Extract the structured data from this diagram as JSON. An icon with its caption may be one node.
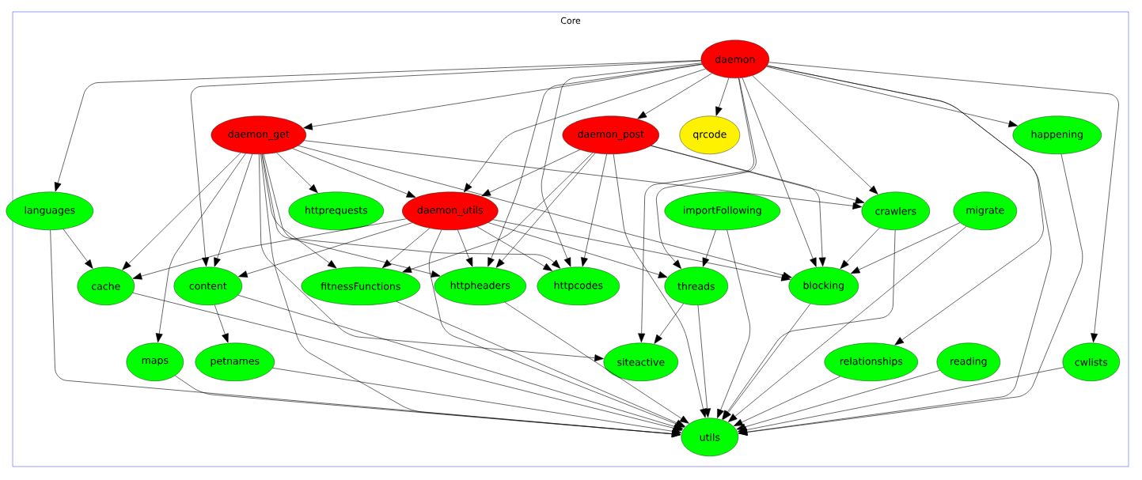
{
  "diagram": {
    "nodes": [
      {
        "text": [
          "Core"
        ]
      },
      {
        "text": [
          "daemon"
        ],
        "in": 0
      },
      {
        "text": [
          "daemon_get"
        ],
        "in": 0
      },
      {
        "text": [
          "daemon_post"
        ],
        "in": 0
      },
      {
        "text": [
          "qrcode"
        ],
        "in": 0
      },
      {
        "text": [
          "happening"
        ],
        "in": 0
      },
      {
        "text": [
          "languages"
        ],
        "in": 0
      },
      {
        "text": [
          "httprequests"
        ],
        "in": 0
      },
      {
        "text": [
          "daemon_utils"
        ],
        "in": 0
      },
      {
        "text": [
          "importFollowing"
        ],
        "in": 0
      },
      {
        "text": [
          "crawlers"
        ],
        "in": 0
      },
      {
        "text": [
          "migrate"
        ],
        "in": 0
      },
      {
        "text": [
          "cache"
        ],
        "in": 0
      },
      {
        "text": [
          "content"
        ],
        "in": 0
      },
      {
        "text": [
          "fitnessFunctions"
        ],
        "in": 0
      },
      {
        "text": [
          "httpheaders"
        ],
        "in": 0
      },
      {
        "text": [
          "httpcodes"
        ],
        "in": 0
      },
      {
        "text": [
          "threads"
        ],
        "in": 0
      },
      {
        "text": [
          "blocking"
        ],
        "in": 0
      },
      {
        "text": [
          "maps"
        ],
        "in": 0
      },
      {
        "text": [
          "petnames"
        ],
        "in": 0
      },
      {
        "text": [
          "siteactive"
        ],
        "in": 0
      },
      {
        "text": [
          "relationships"
        ],
        "in": 0
      },
      {
        "text": [
          "reading"
        ],
        "in": 0
      },
      {
        "text": [
          "cwlists"
        ],
        "in": 0
      },
      {
        "text": [
          "utils"
        ],
        "in": 0
      }
    ],
    "edges": [
      {
        "from": 1,
        "to": 2,
        "arrow": "to"
      },
      {
        "from": 1,
        "to": 3,
        "arrow": "to"
      },
      {
        "from": 1,
        "to": 4,
        "arrow": "to"
      },
      {
        "from": 1,
        "to": 5,
        "arrow": "to"
      },
      {
        "from": 1,
        "to": 6,
        "arrow": "to"
      },
      {
        "from": 1,
        "to": 13,
        "arrow": "to"
      },
      {
        "from": 1,
        "to": 8,
        "arrow": "to"
      },
      {
        "from": 1,
        "to": 15,
        "arrow": "to"
      },
      {
        "from": 1,
        "to": 16,
        "arrow": "to"
      },
      {
        "from": 1,
        "to": 17,
        "arrow": "to"
      },
      {
        "from": 1,
        "to": 21,
        "arrow": "to"
      },
      {
        "from": 1,
        "to": 10,
        "arrow": "to"
      },
      {
        "from": 1,
        "to": 18,
        "arrow": "to"
      },
      {
        "from": 1,
        "to": 22,
        "arrow": "to"
      },
      {
        "from": 1,
        "to": 24,
        "arrow": "to"
      },
      {
        "from": 1,
        "to": 25,
        "arrow": "to"
      },
      {
        "from": 2,
        "to": 7,
        "arrow": "to"
      },
      {
        "from": 2,
        "to": 8,
        "arrow": "to"
      },
      {
        "from": 2,
        "to": 12,
        "arrow": "to"
      },
      {
        "from": 2,
        "to": 13,
        "arrow": "to"
      },
      {
        "from": 2,
        "to": 19,
        "arrow": "to"
      },
      {
        "from": 2,
        "to": 14,
        "arrow": "to"
      },
      {
        "from": 2,
        "to": 15,
        "arrow": "to"
      },
      {
        "from": 2,
        "to": 16,
        "arrow": "to"
      },
      {
        "from": 2,
        "to": 21,
        "arrow": "to"
      },
      {
        "from": 2,
        "to": 25,
        "arrow": "to"
      },
      {
        "from": 2,
        "to": 10,
        "arrow": "to"
      },
      {
        "from": 2,
        "to": 18,
        "arrow": "to"
      },
      {
        "from": 3,
        "to": 8,
        "arrow": "to"
      },
      {
        "from": 3,
        "to": 14,
        "arrow": "to"
      },
      {
        "from": 3,
        "to": 15,
        "arrow": "to"
      },
      {
        "from": 3,
        "to": 16,
        "arrow": "to"
      },
      {
        "from": 3,
        "to": 10,
        "arrow": "to"
      },
      {
        "from": 3,
        "to": 18,
        "arrow": "to"
      },
      {
        "from": 3,
        "to": 25,
        "arrow": "to"
      },
      {
        "from": 8,
        "to": 12,
        "arrow": "to"
      },
      {
        "from": 8,
        "to": 13,
        "arrow": "to"
      },
      {
        "from": 8,
        "to": 14,
        "arrow": "to"
      },
      {
        "from": 8,
        "to": 15,
        "arrow": "to"
      },
      {
        "from": 8,
        "to": 16,
        "arrow": "to"
      },
      {
        "from": 8,
        "to": 17,
        "arrow": "to"
      },
      {
        "from": 8,
        "to": 18,
        "arrow": "to"
      },
      {
        "from": 8,
        "to": 25,
        "arrow": "to"
      },
      {
        "from": 6,
        "to": 12,
        "arrow": "to"
      },
      {
        "from": 6,
        "to": 25,
        "arrow": "to"
      },
      {
        "from": 9,
        "to": 17,
        "arrow": "to"
      },
      {
        "from": 9,
        "to": 25,
        "arrow": "to"
      },
      {
        "from": 10,
        "to": 18,
        "arrow": "to"
      },
      {
        "from": 10,
        "to": 25,
        "arrow": "to"
      },
      {
        "from": 11,
        "to": 18,
        "arrow": "to"
      },
      {
        "from": 11,
        "to": 25,
        "arrow": "to"
      },
      {
        "from": 5,
        "to": 25,
        "arrow": "to"
      },
      {
        "from": 12,
        "to": 25,
        "arrow": "to"
      },
      {
        "from": 13,
        "to": 20,
        "arrow": "to"
      },
      {
        "from": 13,
        "to": 25,
        "arrow": "to"
      },
      {
        "from": 14,
        "to": 25,
        "arrow": "to"
      },
      {
        "from": 15,
        "to": 25,
        "arrow": "to"
      },
      {
        "from": 17,
        "to": 21,
        "arrow": "to"
      },
      {
        "from": 17,
        "to": 25,
        "arrow": "to"
      },
      {
        "from": 18,
        "to": 25,
        "arrow": "to"
      },
      {
        "from": 19,
        "to": 25,
        "arrow": "to"
      },
      {
        "from": 20,
        "to": 25,
        "arrow": "to"
      },
      {
        "from": 22,
        "to": 25,
        "arrow": "to"
      },
      {
        "from": 23,
        "to": 25,
        "arrow": "to"
      },
      {
        "from": 24,
        "to": 25,
        "arrow": "to"
      }
    ]
  }
}
